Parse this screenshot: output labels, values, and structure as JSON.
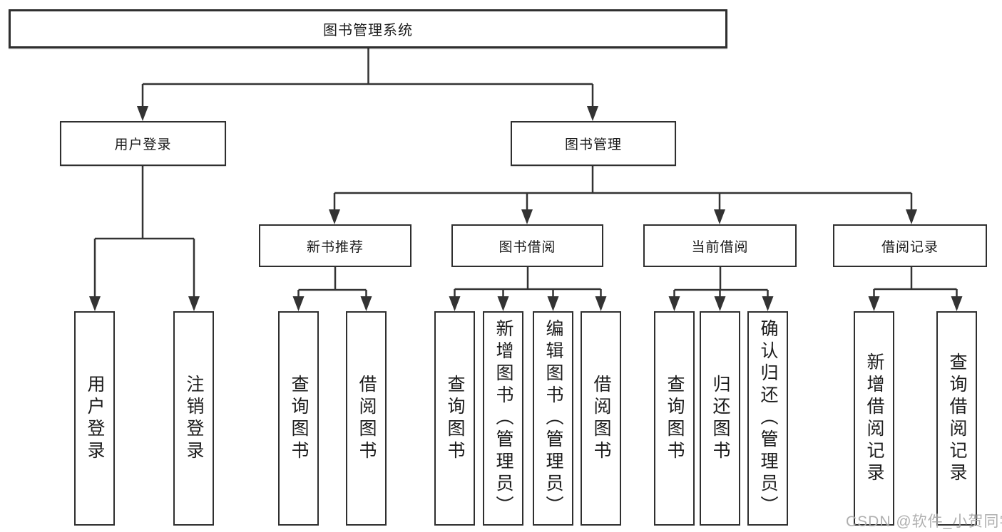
{
  "tree": {
    "root": {
      "label": "图书管理系统"
    },
    "children": [
      {
        "label": "用户登录",
        "children": [
          {
            "label": "用户登录"
          },
          {
            "label": "注销登录"
          }
        ]
      },
      {
        "label": "图书管理",
        "children": [
          {
            "label": "新书推荐",
            "children": [
              {
                "label": "查询图书"
              },
              {
                "label": "借阅图书"
              }
            ]
          },
          {
            "label": "图书借阅",
            "children": [
              {
                "label": "查询图书"
              },
              {
                "label": "新增图书（管理员）"
              },
              {
                "label": "编辑图书（管理员）"
              },
              {
                "label": "借阅图书"
              }
            ]
          },
          {
            "label": "当前借阅",
            "children": [
              {
                "label": "查询图书"
              },
              {
                "label": "归还图书"
              },
              {
                "label": "确认归还（管理员）"
              }
            ]
          },
          {
            "label": "借阅记录",
            "children": [
              {
                "label": "新增借阅记录"
              },
              {
                "label": "查询借阅记录"
              }
            ]
          }
        ]
      }
    ]
  },
  "watermark": {
    "text": "CSDN @软件_小贺同学"
  },
  "colors": {
    "line": "#333333",
    "border": "#2f2f2f",
    "text": "#1c1c1c",
    "watermark": "#a9a9a9",
    "background": "#ffffff"
  }
}
